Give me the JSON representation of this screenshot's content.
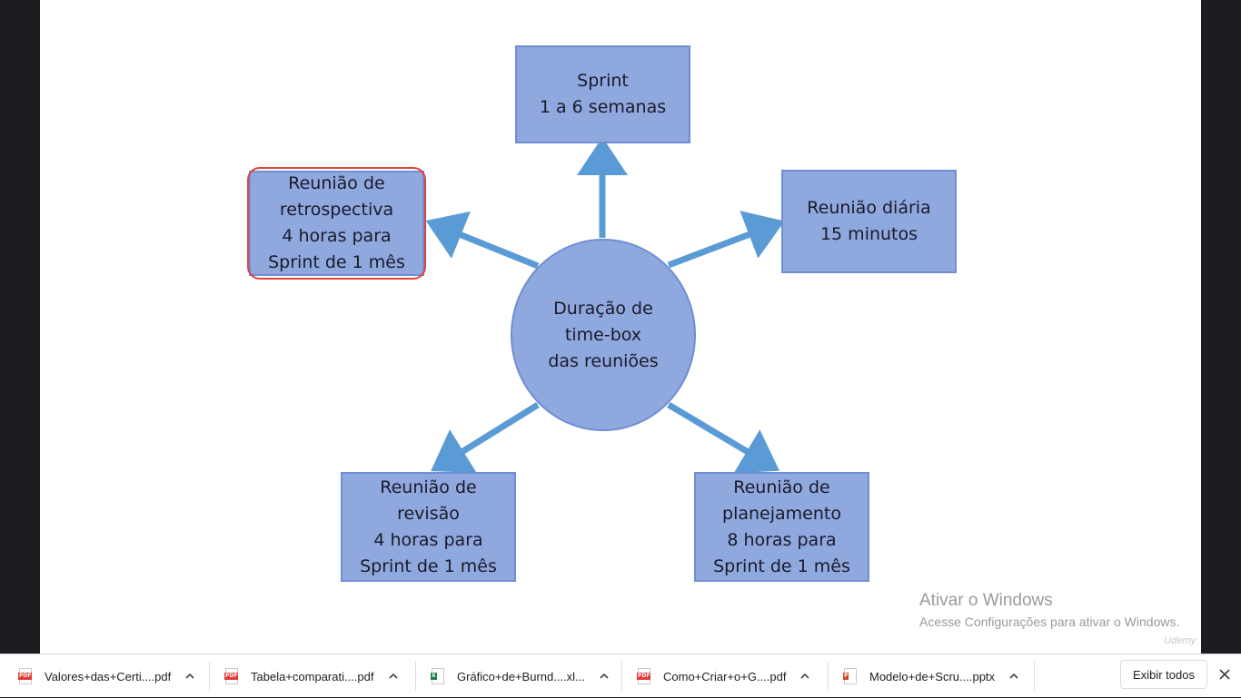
{
  "slide": {
    "center_text": "Duração de\ntime-box\ndas reuniões",
    "nodes": {
      "sprint": "Sprint\n1 a 6 semanas",
      "daily": "Reunião diária\n15 minutos",
      "retro": "Reunião de\nretrospectiva\n4 horas para\nSprint de 1 mês",
      "review": "Reunião de\nrevisão\n4 horas para\nSprint de 1 mês",
      "planning": "Reunião de\nplanejamento\n8 horas para\nSprint de 1 mês"
    },
    "highlighted_node": "retro",
    "colors": {
      "box_fill": "#8fa8de",
      "box_border": "#6f8fd2",
      "arrow": "#5b9bd5",
      "highlight": "#e0433b"
    }
  },
  "watermark": {
    "title": "Ativar o Windows",
    "subtitle": "Acesse Configurações para ativar o Windows.",
    "brand": "Udemy"
  },
  "downloads": {
    "items": [
      {
        "name": "Valores+das+Certi....pdf",
        "type": "PDF",
        "color": "#e53935"
      },
      {
        "name": "Tabela+comparati....pdf",
        "type": "PDF",
        "color": "#e53935"
      },
      {
        "name": "Gráfico+de+Burnd....xl...",
        "type": "X",
        "color": "#1e7e45"
      },
      {
        "name": "Como+Criar+o+G....pdf",
        "type": "PDF",
        "color": "#e53935"
      },
      {
        "name": "Modelo+de+Scru....pptx",
        "type": "P",
        "color": "#d24726"
      }
    ],
    "show_all_label": "Exibir todos"
  }
}
